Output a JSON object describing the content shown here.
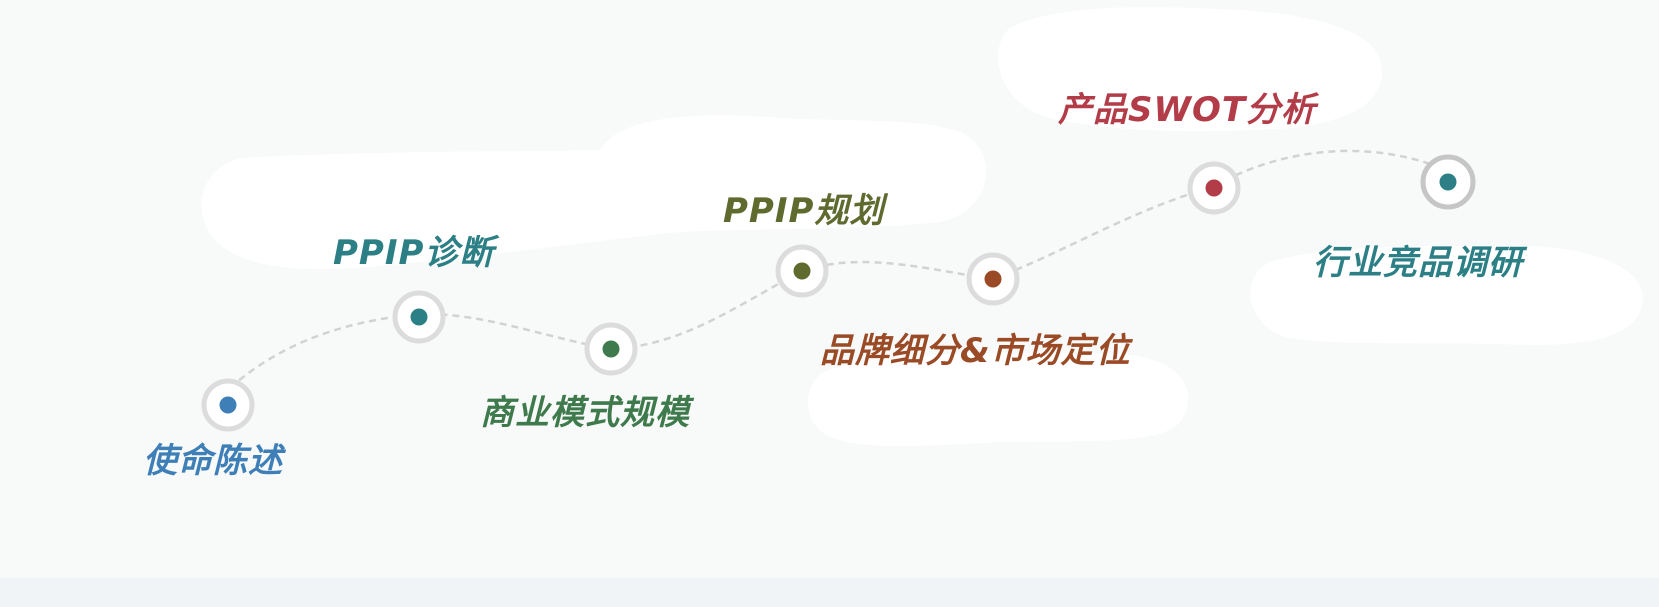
{
  "steps": [
    {
      "label": "使命陈述",
      "color": "#3f7fb8"
    },
    {
      "label": "PPIP诊断",
      "color": "#2b7f85"
    },
    {
      "label": "商业模式规模",
      "color": "#3f7a4c"
    },
    {
      "label": "PPIP规划",
      "color": "#5f6a2f"
    },
    {
      "label": "品牌细分&市场定位",
      "color": "#9a4a25"
    },
    {
      "label": "产品SWOT分析",
      "color": "#b23d48"
    },
    {
      "label": "行业竞品调研",
      "color": "#2b7f85"
    }
  ]
}
